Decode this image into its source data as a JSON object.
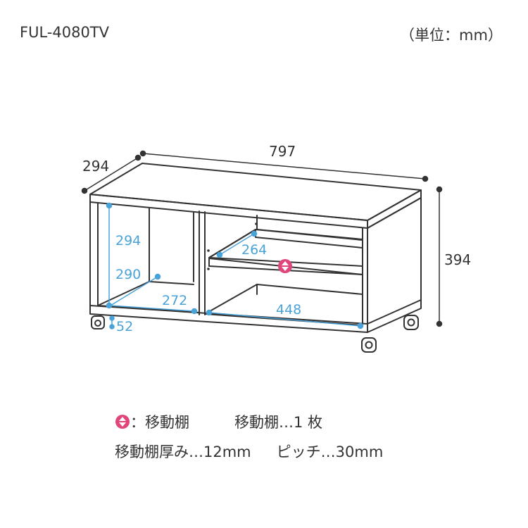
{
  "header": {
    "model": "FUL-4080TV",
    "unit": "（単位：mm）"
  },
  "dimensions": {
    "width": "797",
    "depth": "294",
    "height": "394",
    "inner_height": "294",
    "left_depth": "290",
    "left_width": "272",
    "shelf_depth": "264",
    "right_width": "448",
    "caster_height": "52"
  },
  "legend": {
    "icon": "movable-shelf-icon",
    "icon_label": "：移動棚",
    "shelf_count": "移動棚…1 枚",
    "shelf_thickness": "移動棚厚み…12mm",
    "pitch": "ピッチ…30mm"
  },
  "colors": {
    "line": "#333333",
    "dimension_blue": "#4aa3d8",
    "icon_pink": "#e0457b"
  }
}
